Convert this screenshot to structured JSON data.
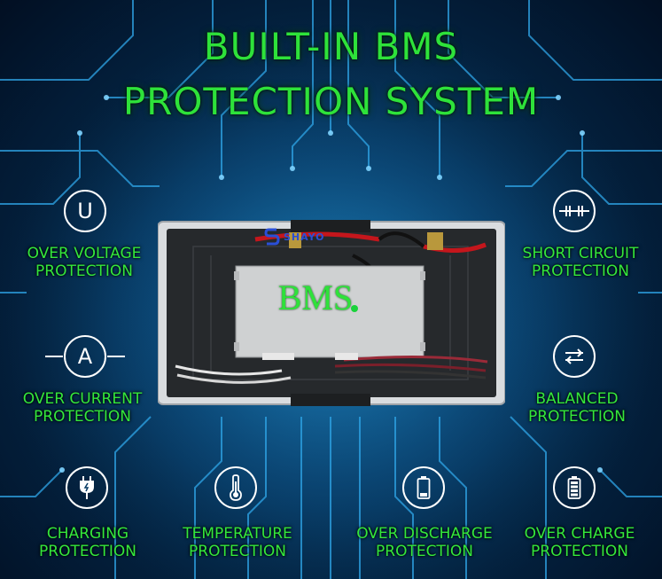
{
  "title": {
    "line1": "BUILT-IN BMS",
    "line2": "PROTECTION SYSTEM"
  },
  "device": {
    "board_label": "BMS",
    "brand_logo_text": "SHAYO"
  },
  "features": [
    {
      "id": "over-voltage",
      "line1": "OVER VOLTAGE",
      "line2": "PROTECTION",
      "icon": "voltage-u-icon",
      "icon_text": "U"
    },
    {
      "id": "short-circuit",
      "line1": "SHORT CIRCUIT",
      "line2": "PROTECTION",
      "icon": "short-circuit-icon"
    },
    {
      "id": "over-current",
      "line1": "OVER CURRENT",
      "line2": "PROTECTION",
      "icon": "current-a-icon",
      "icon_text": "A"
    },
    {
      "id": "balanced",
      "line1": "BALANCED",
      "line2": "PROTECTION",
      "icon": "balance-icon"
    },
    {
      "id": "charging",
      "line1": "CHARGING",
      "line2": "PROTECTION",
      "icon": "plug-icon"
    },
    {
      "id": "temperature",
      "line1": "TEMPERATURE",
      "line2": "PROTECTION",
      "icon": "thermometer-icon"
    },
    {
      "id": "over-discharge",
      "line1": "OVER DISCHARGE",
      "line2": "PROTECTION",
      "icon": "battery-low-icon"
    },
    {
      "id": "over-charge",
      "line1": "OVER CHARGE",
      "line2": "PROTECTION",
      "icon": "battery-full-icon"
    }
  ],
  "colors": {
    "text_green": "#2ee23a",
    "background": "#063a63",
    "circuit": "#2fa6e8",
    "icon": "#ffffff"
  }
}
